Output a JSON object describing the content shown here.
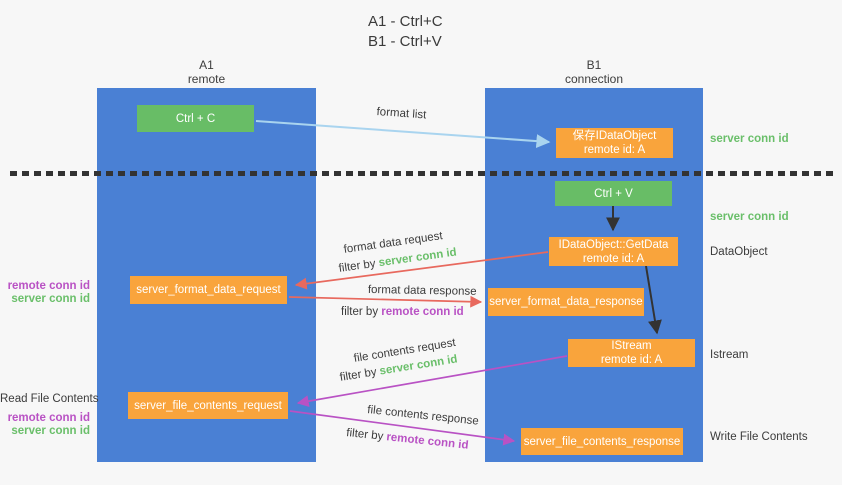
{
  "title": {
    "line1": "A1 - Ctrl+C",
    "line2": "B1 - Ctrl+V"
  },
  "columns": {
    "left": {
      "name": "A1",
      "role": "remote"
    },
    "right": {
      "name": "B1",
      "role": "connection"
    }
  },
  "nodes": {
    "ctrl_c": "Ctrl + C",
    "ctrl_v": "Ctrl + V",
    "save_dataobject": {
      "line1": "保存IDataObject",
      "line2": "remote id: A"
    },
    "getdata": {
      "line1": "IDataObject::GetData",
      "line2": "remote id: A"
    },
    "istream": {
      "line1": "IStream",
      "line2": "remote id: A"
    },
    "format_request": "server_format_data_request",
    "format_response": "server_format_data_response",
    "file_request": "server_file_contents_request",
    "file_response": "server_file_contents_response"
  },
  "arrow_labels": {
    "format_list": "format list",
    "format_data_request": "format data request",
    "filter_req1": {
      "prefix": "filter by ",
      "id": "server conn id"
    },
    "format_data_response": "format data response",
    "filter_resp1": {
      "prefix": "filter by ",
      "id": "remote conn id"
    },
    "file_contents_request": "file contents request",
    "filter_req2": {
      "prefix": "filter by ",
      "id": "server conn id"
    },
    "file_contents_response": "file contents response",
    "filter_resp2": {
      "prefix": "filter by ",
      "id": "remote conn id"
    }
  },
  "side_labels": {
    "server_conn_top": "server conn id",
    "server_conn_mid": "server conn id",
    "dataobject": "DataObject",
    "istream": "Istream",
    "write_file": "Write File Contents",
    "remote_conn_1": "remote conn id",
    "server_conn_1": "server conn id",
    "read_file": "Read File Contents",
    "remote_conn_2": "remote conn id",
    "server_conn_2": "server conn id"
  },
  "colors": {
    "column_blue": "#4a80d4",
    "node_green": "#68bd66",
    "node_orange": "#f9a43c",
    "arrow_light_blue": "#a9d4ef",
    "arrow_red": "#e8695e",
    "arrow_purple": "#b952c4",
    "arrow_black": "#333333",
    "text_green": "#6abf6a",
    "text_purple": "#b952c4",
    "background": "#f7f7f7"
  }
}
